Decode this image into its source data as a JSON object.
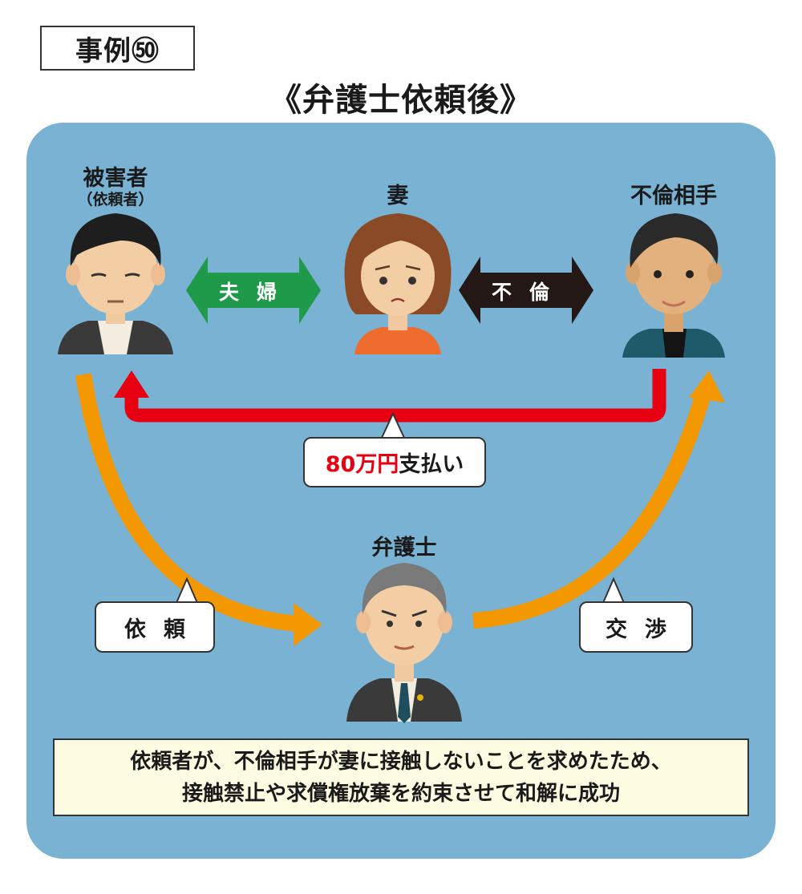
{
  "case_label": "事例㊿",
  "title": "《弁護士依頼後》",
  "persons": {
    "victim": {
      "name": "被害者",
      "sub": "（依頼者）"
    },
    "wife": {
      "name": "妻"
    },
    "partner": {
      "name": "不倫相手"
    },
    "lawyer": {
      "name": "弁護士"
    }
  },
  "relations": {
    "couple": "夫婦",
    "affair": "不倫"
  },
  "callouts": {
    "payment_amount": "80万円",
    "payment_text": "支払い",
    "request": "依頼",
    "negotiation": "交渉"
  },
  "summary": {
    "line1": "依頼者が、不倫相手が妻に接触しないことを求めたため、",
    "line2": "接触禁止や求償権放棄を約束させて和解に成功"
  },
  "colors": {
    "panel": "#79b2d2",
    "couple_arrow": "#1f9a4a",
    "affair_arrow": "#231815",
    "payment_arrow": "#e60012",
    "flow_arrow": "#f39800",
    "summary_bg": "#fdfbe1"
  }
}
